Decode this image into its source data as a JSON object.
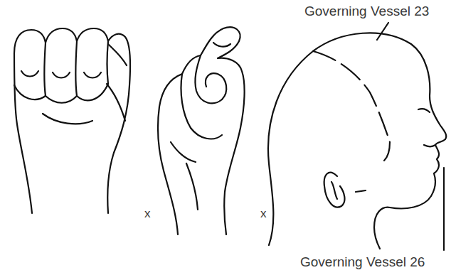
{
  "diagram": {
    "labels": [
      "x",
      "x",
      "Governing Vessel 23",
      "Governing Vessel 26"
    ]
  }
}
